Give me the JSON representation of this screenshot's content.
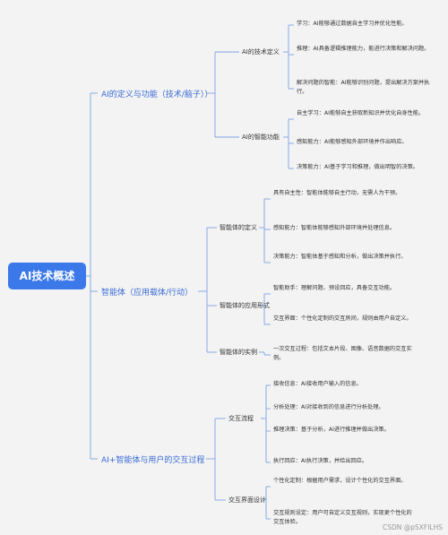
{
  "root": {
    "label": "AI技术概述"
  },
  "branches": [
    {
      "label": "AI的定义与功能（技术/脑子））",
      "children": [
        {
          "label": "AI的技术定义",
          "leaves": [
            "学习：AI能够通过数据自主学习并优化性能。",
            "推理：AI具备逻辑推理能力，能进行决策和解决问题。",
            "解决问题的智能：AI能够识别问题，提出解决方案并执行。"
          ]
        },
        {
          "label": "AI的智能功能",
          "leaves": [
            "自主学习：AI能够自主获取新知识并优化自身性能。",
            "感知能力：AI能够感知外部环境并作出响应。",
            "决策能力：AI基于学习和推理，做出明智的决策。"
          ]
        }
      ]
    },
    {
      "label": "智能体（应用载体/行动）",
      "children": [
        {
          "label": "智能体的定义",
          "leaves": [
            "具有自主性：智能体能够自主行动，无需人为干预。",
            "感知能力：智能体能够感知外部环境并处理信息。",
            "决策能力：智能体基于感知和分析，做出决策并执行。"
          ]
        },
        {
          "label": "智能体的应用形式",
          "leaves": [
            "智能助手：理解问题、预设回应，具备交互功能。",
            "交互界面：个性化定制的交互房间，规则由用户自定义。"
          ]
        },
        {
          "label": "智能体的实例",
          "leaves": [
            "一次交互过程：包括文本片段、图像、语音数据的交互实例。"
          ]
        }
      ]
    },
    {
      "label": "AI+智能体与用户的交互过程",
      "children": [
        {
          "label": "交互流程",
          "leaves": [
            "接收信息：AI接收用户输入的信息。",
            "分析处理：AI对接收到的信息进行分析处理。",
            "推理决策：基于分析，AI进行推理并做出决策。",
            "执行回应：AI执行决策，并给出回应。"
          ]
        },
        {
          "label": "交互界面设计",
          "leaves": [
            "个性化定制：根据用户需求，设计个性化的交互界面。",
            "交互规则设定：用户可自定义交互规则，实现更个性化的交互体验。"
          ]
        }
      ]
    }
  ],
  "watermark": "CSDN @pSXFILHS"
}
